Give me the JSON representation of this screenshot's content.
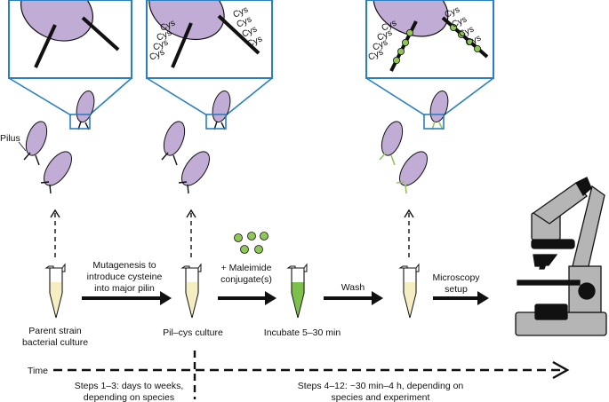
{
  "colors": {
    "cell": "#c1acd6",
    "inset_border": "#2a7fc2",
    "dye": "#8fc756",
    "tube_fill": "#f5eec2",
    "tube_green": "#7dc04a",
    "microscope_grey": "#b5b5b5"
  },
  "labels": {
    "pilus": "Pilus",
    "mutagenesis_line1": "Mutagenesis to",
    "mutagenesis_line2": "introduce cysteine",
    "mutagenesis_line3": "into major pilin",
    "parent_line1": "Parent strain",
    "parent_line2": "bacterial culture",
    "pil_cys_culture": "Pil–cys culture",
    "maleimide_line1": "+ Maleimide",
    "maleimide_line2": "conjugate(s)",
    "incubate": "Incubate 5–30 min",
    "wash": "Wash",
    "microscopy_line1": "Microscopy",
    "microscopy_line2": "setup",
    "time": "Time",
    "steps_early_line1": "Steps 1–3: days to weeks,",
    "steps_early_line2": "depending on species",
    "steps_late_line1": "Steps 4–12: ~30 min–4 h, depending on",
    "steps_late_line2": "species and experiment",
    "cys": "Cys"
  }
}
